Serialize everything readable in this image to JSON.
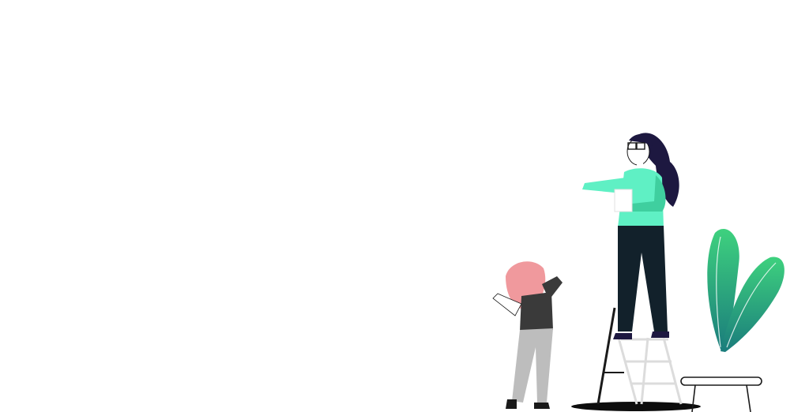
{
  "scene": {
    "colors": {
      "background": "#ffffff",
      "shirt_teal": "#5ff0c4",
      "shirt_teal_dark": "#3fcf9f",
      "pants_dark": "#12212b",
      "hair_dark": "#1d1840",
      "hair_pink": "#f0999d",
      "shirt_gray": "#3a3a3a",
      "pants_gray": "#bdbdbd",
      "leaf_green_top": "#3ed17e",
      "leaf_green_bottom": "#1a7c7c",
      "outline": "#1a1a1a",
      "skin": "#ffffff",
      "shadow": "#0d0d0d"
    },
    "figures": [
      "woman-on-ladder",
      "girl-pointing",
      "ladder",
      "plant",
      "bench"
    ]
  }
}
